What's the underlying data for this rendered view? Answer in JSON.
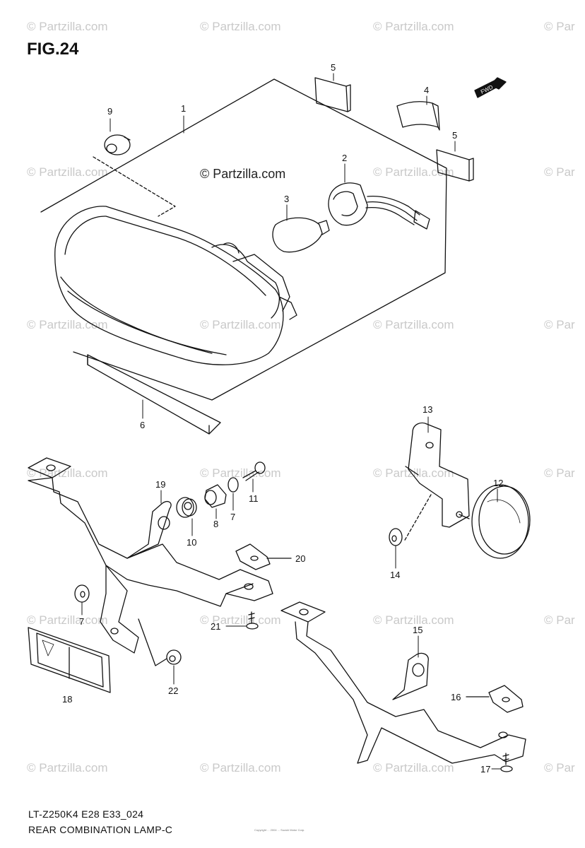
{
  "figure": {
    "title": "FIG.24",
    "copyright": "© Partzilla.com",
    "watermark": "© Partzilla.com",
    "watermark_edge": "© Par",
    "model_code": "LT-Z250K4 E28 E33_024",
    "assembly_name": "REAR COMBINATION LAMP-C",
    "fine_print": "Copyright ... 2004 ... Suzuki Motor Corp."
  },
  "direction_badge": "FWD",
  "callouts": [
    "1",
    "2",
    "3",
    "4",
    "5",
    "5",
    "6",
    "7",
    "7",
    "8",
    "9",
    "10",
    "11",
    "12",
    "13",
    "14",
    "15",
    "16",
    "17",
    "18",
    "19",
    "20",
    "21",
    "22"
  ]
}
